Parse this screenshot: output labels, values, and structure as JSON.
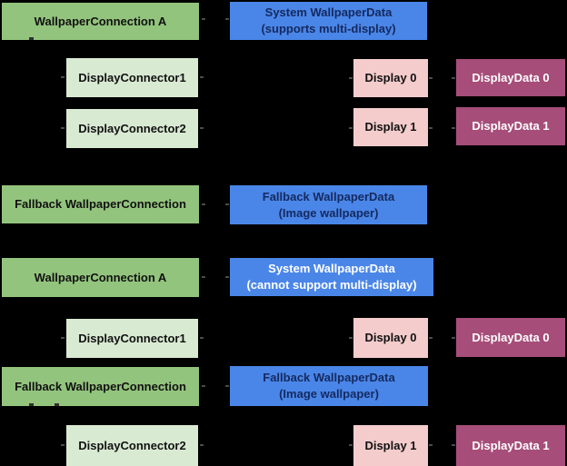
{
  "colors": {
    "background": "#000000",
    "green": "#93c47d",
    "light_green": "#d9ead3",
    "blue": "#4a86e8",
    "pink": "#f4cccc",
    "magenta": "#a64d79",
    "navy_text": "#152a60",
    "black_text": "#111111",
    "white_text": "#ffffff",
    "stub_gray": "#4a4a4a",
    "notch_dark": "#303030"
  },
  "boxes": [
    {
      "id": "wallpaper-connection-a-1",
      "variant": "green",
      "lines": [
        "WallpaperConnection A"
      ]
    },
    {
      "id": "system-wallpaper-data-supports",
      "variant": "blue",
      "lines": [
        "System WallpaperData",
        "(supports multi-display)"
      ]
    },
    {
      "id": "display-connector-1-top",
      "variant": "lgreen",
      "lines": [
        "DisplayConnector1"
      ]
    },
    {
      "id": "display-0-top",
      "variant": "pink",
      "lines": [
        "Display 0"
      ]
    },
    {
      "id": "display-data-0-top",
      "variant": "magenta",
      "lines": [
        "DisplayData 0"
      ]
    },
    {
      "id": "display-connector-2-top",
      "variant": "lgreen",
      "lines": [
        "DisplayConnector2"
      ]
    },
    {
      "id": "display-1-top",
      "variant": "pink",
      "lines": [
        "Display 1"
      ]
    },
    {
      "id": "display-data-1-top",
      "variant": "magenta",
      "lines": [
        "DisplayData 1"
      ]
    },
    {
      "id": "fallback-wallpaper-connection-1",
      "variant": "green",
      "lines": [
        "Fallback WallpaperConnection"
      ]
    },
    {
      "id": "fallback-wallpaper-data-1",
      "variant": "blue",
      "lines": [
        "Fallback WallpaperData",
        "(Image wallpaper)"
      ]
    },
    {
      "id": "wallpaper-connection-a-2",
      "variant": "green",
      "lines": [
        "WallpaperConnection A"
      ]
    },
    {
      "id": "system-wallpaper-data-cannot",
      "variant": "blue",
      "lines": [
        "System WallpaperData",
        "(cannot support multi-display)"
      ]
    },
    {
      "id": "display-connector-1-bottom",
      "variant": "lgreen",
      "lines": [
        "DisplayConnector1"
      ]
    },
    {
      "id": "display-0-bottom",
      "variant": "pink",
      "lines": [
        "Display 0"
      ]
    },
    {
      "id": "display-data-0-bottom",
      "variant": "magenta",
      "lines": [
        "DisplayData 0"
      ]
    },
    {
      "id": "fallback-wallpaper-connection-2",
      "variant": "green",
      "lines": [
        "Fallback WallpaperConnection"
      ]
    },
    {
      "id": "fallback-wallpaper-data-2",
      "variant": "blue",
      "lines": [
        "Fallback WallpaperData",
        "(Image wallpaper)"
      ]
    },
    {
      "id": "display-connector-2-bottom",
      "variant": "lgreen",
      "lines": [
        "DisplayConnector2"
      ]
    },
    {
      "id": "display-1-bottom",
      "variant": "pink",
      "lines": [
        "Display 1"
      ]
    },
    {
      "id": "display-data-1-bottom",
      "variant": "magenta",
      "lines": [
        "DisplayData 1"
      ]
    }
  ]
}
